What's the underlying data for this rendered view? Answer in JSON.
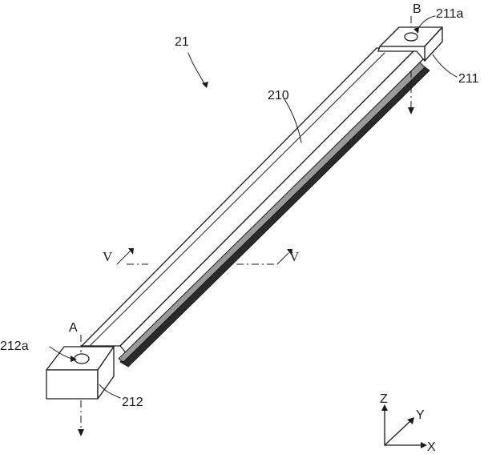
{
  "labels": {
    "assembly": "21",
    "body": "210",
    "end_b": "211",
    "hole_b": "211a",
    "end_a": "212",
    "hole_a": "212a",
    "axis_a": "A",
    "axis_b": "B",
    "section_left": "V",
    "section_right": "V"
  },
  "axes": {
    "z": "Z",
    "y": "Y",
    "x": "X"
  }
}
